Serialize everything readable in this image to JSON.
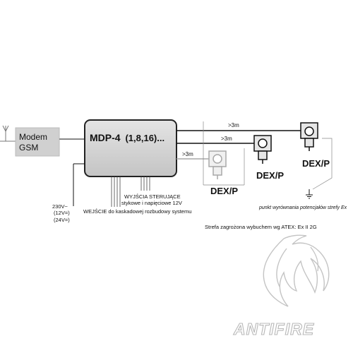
{
  "modem": {
    "line1": "Modem",
    "line2": "GSM"
  },
  "controller": {
    "name": "MDP-4",
    "variants": "(1,8,16)..."
  },
  "distances": {
    "top": ">3m",
    "middle": ">3m",
    "lower": ">3m"
  },
  "detectors": {
    "right": "DEX/P",
    "middle": "DEX/P",
    "left": "DEX/P"
  },
  "power": {
    "ac": "230V~",
    "dc12": "(12V=)",
    "dc24": "(24V=)"
  },
  "outputs": {
    "line1": "WYJŚCIA STERUJĄCE",
    "line2": "stykowe i napięciowe 12V"
  },
  "inputs": {
    "label": "WEJŚCIE do kaskadowej rozbudowy systemu"
  },
  "grounding": {
    "label": "punkt wyrównania potencjałów strefy Ex"
  },
  "zone": {
    "label": "Strefa zagrożona wybuchem wg ATEX: Ex II 2G"
  },
  "watermark": {
    "brand": "ANTIFIRE"
  },
  "colors": {
    "box_fill": "#cfcfcf",
    "box_light": "#e0e0e0",
    "line": "#111111",
    "faded": "#a8a8a8",
    "watermark": "#bdbdbd"
  }
}
